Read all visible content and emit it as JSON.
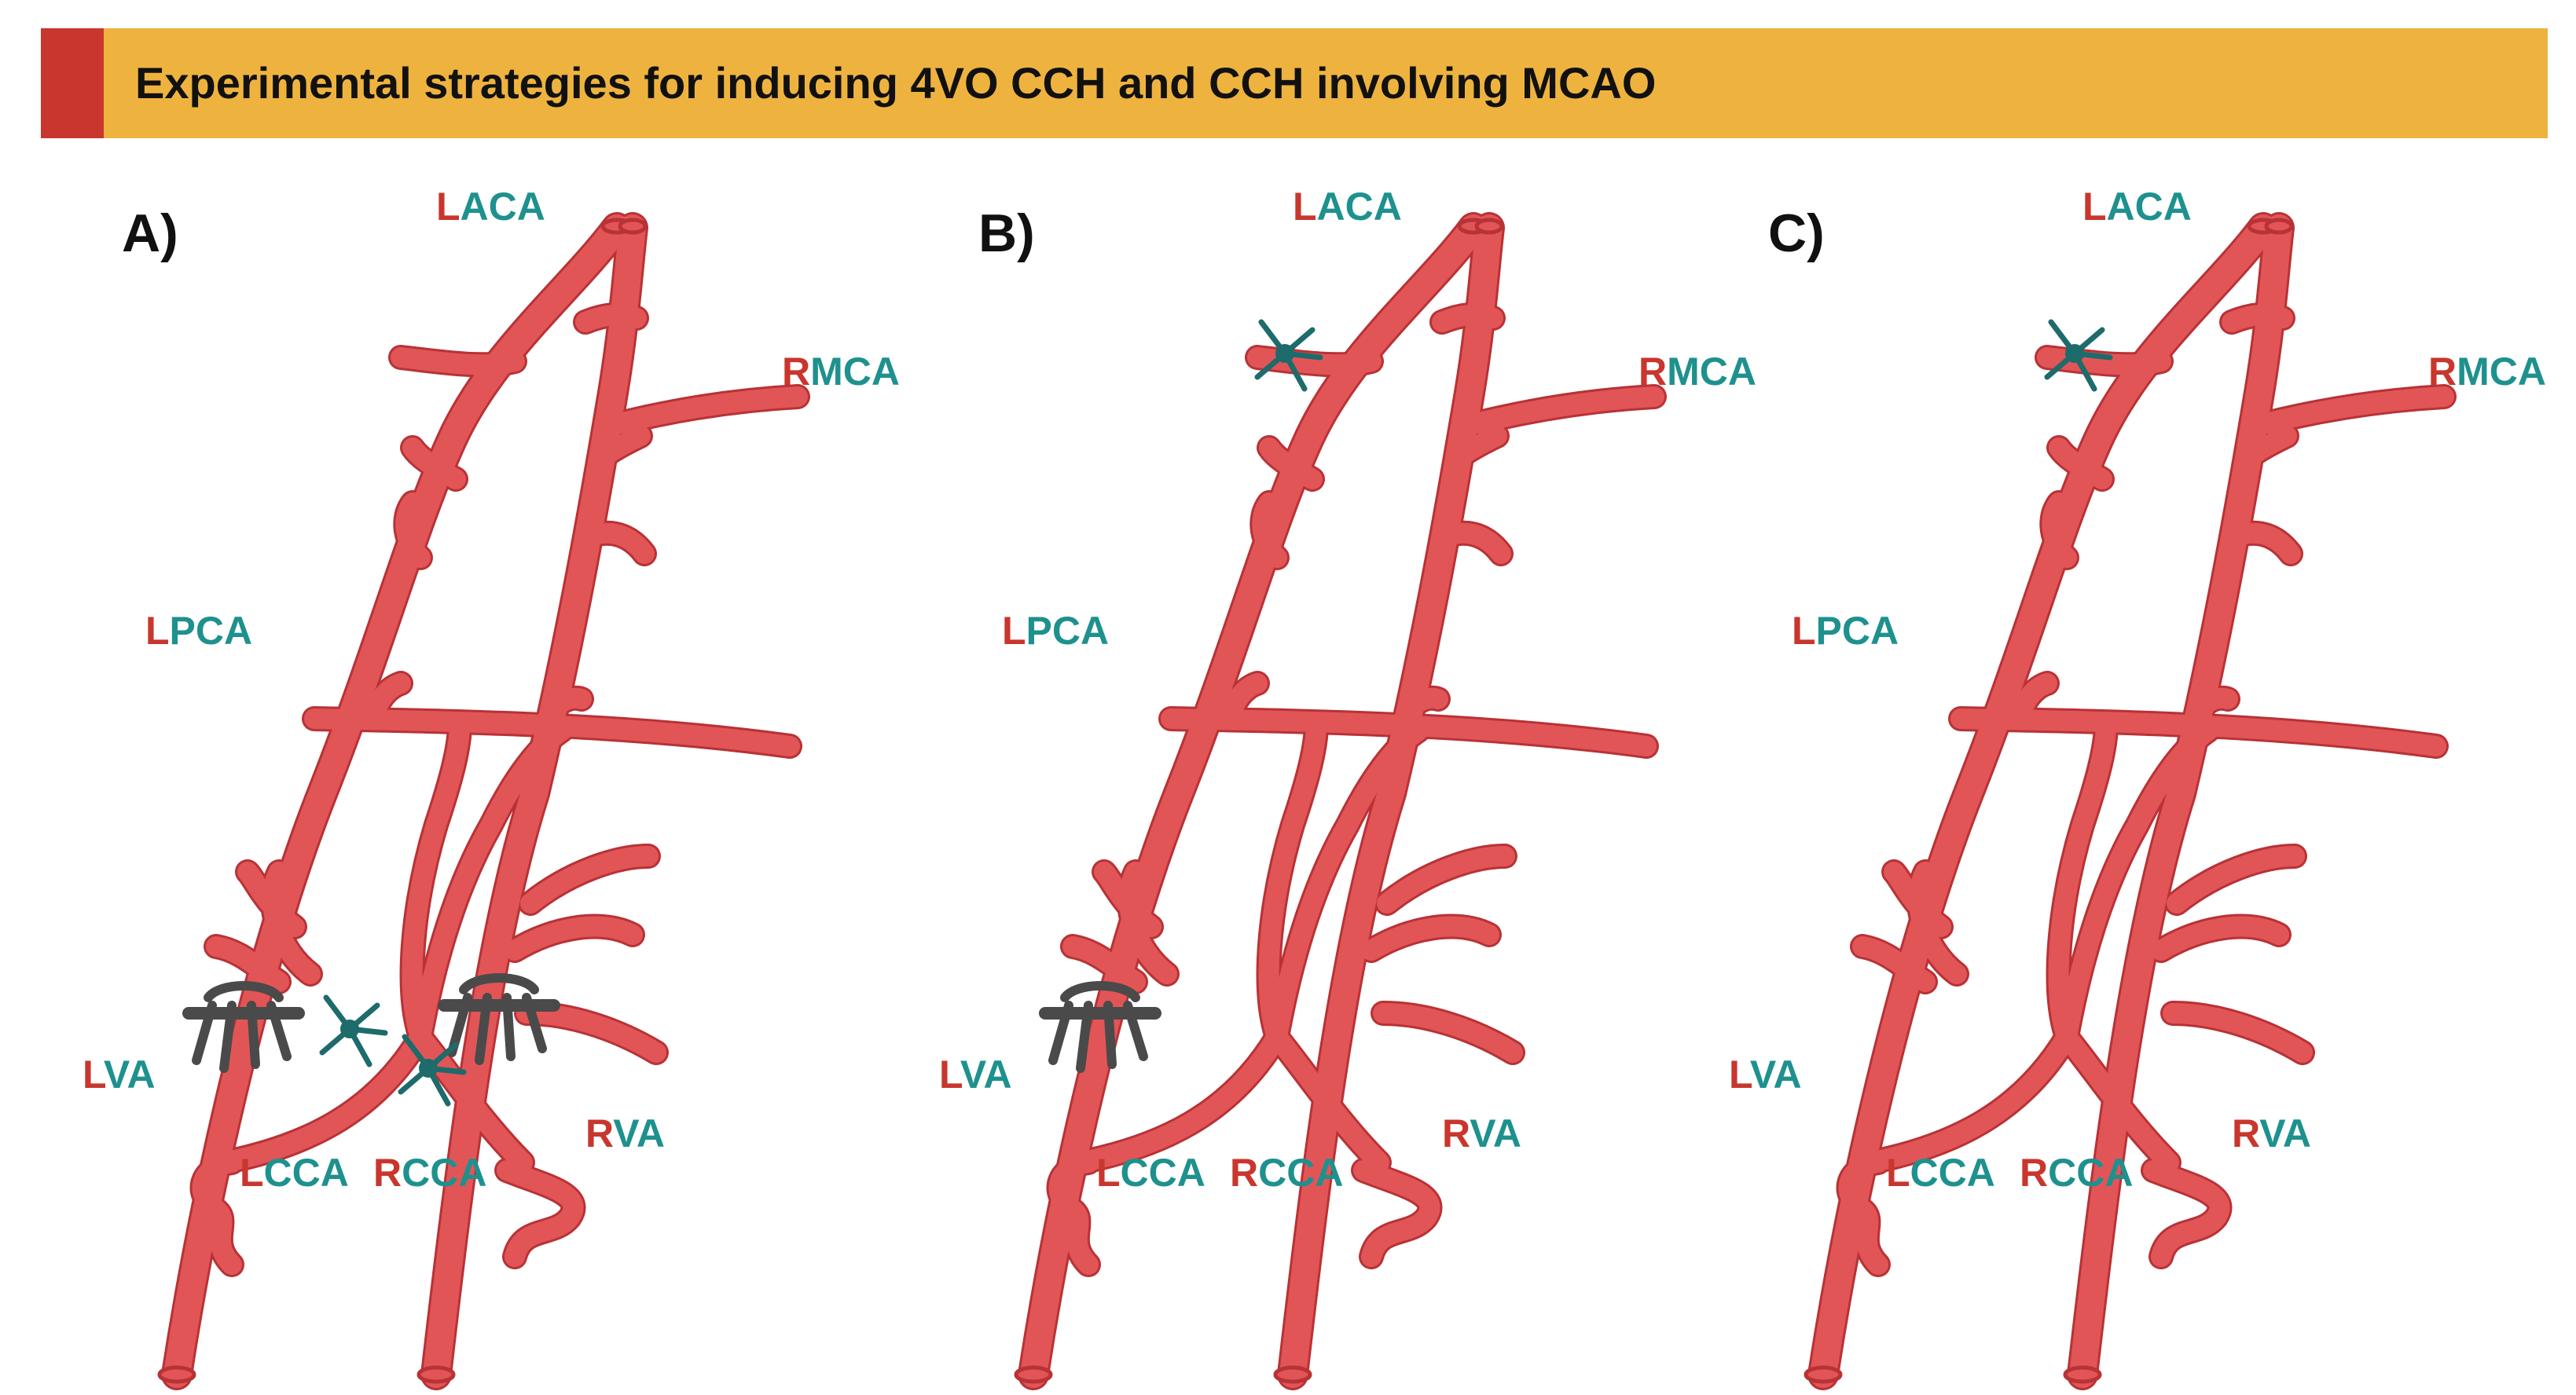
{
  "title": "Experimental strategies for inducing 4VO CCH and CCH involving MCAO",
  "colors": {
    "banner": "#eeb33f",
    "banner_accent": "#c8362d",
    "artery": "#e25557",
    "artery_outline": "#b83236",
    "side_letter": "#c8362d",
    "label_text": "#1e918e",
    "clamp": "#4a4a4a",
    "suture": "#1e6b6b"
  },
  "panels": [
    {
      "id": "A",
      "label": "A)",
      "occlusions": {
        "vertebral_clamps": true,
        "carotid_sutures": true,
        "mca_suture": false
      },
      "labels": {
        "laca": {
          "side": "L",
          "name": "ACA"
        },
        "rmca": {
          "side": "R",
          "name": "MCA"
        },
        "lpca": {
          "side": "L",
          "name": "PCA"
        },
        "lva": {
          "side": "L",
          "name": "VA"
        },
        "lcca": {
          "side": "L",
          "name": "CCA"
        },
        "rcca": {
          "side": "R",
          "name": "CCA"
        },
        "rva": {
          "side": "R",
          "name": "VA"
        }
      }
    },
    {
      "id": "B",
      "label": "B)",
      "occlusions": {
        "vertebral_clamps": "left-only",
        "carotid_sutures": false,
        "mca_suture": true
      },
      "labels": {
        "laca": {
          "side": "L",
          "name": "ACA"
        },
        "rmca": {
          "side": "R",
          "name": "MCA"
        },
        "lpca": {
          "side": "L",
          "name": "PCA"
        },
        "lva": {
          "side": "L",
          "name": "VA"
        },
        "lcca": {
          "side": "L",
          "name": "CCA"
        },
        "rcca": {
          "side": "R",
          "name": "CCA"
        },
        "rva": {
          "side": "R",
          "name": "VA"
        }
      }
    },
    {
      "id": "C",
      "label": "C)",
      "occlusions": {
        "vertebral_clamps": false,
        "carotid_sutures": false,
        "mca_suture": true
      },
      "labels": {
        "laca": {
          "side": "L",
          "name": "ACA"
        },
        "rmca": {
          "side": "R",
          "name": "MCA"
        },
        "lpca": {
          "side": "L",
          "name": "PCA"
        },
        "lva": {
          "side": "L",
          "name": "VA"
        },
        "lcca": {
          "side": "L",
          "name": "CCA"
        },
        "rcca": {
          "side": "R",
          "name": "CCA"
        },
        "rva": {
          "side": "R",
          "name": "VA"
        }
      }
    }
  ]
}
